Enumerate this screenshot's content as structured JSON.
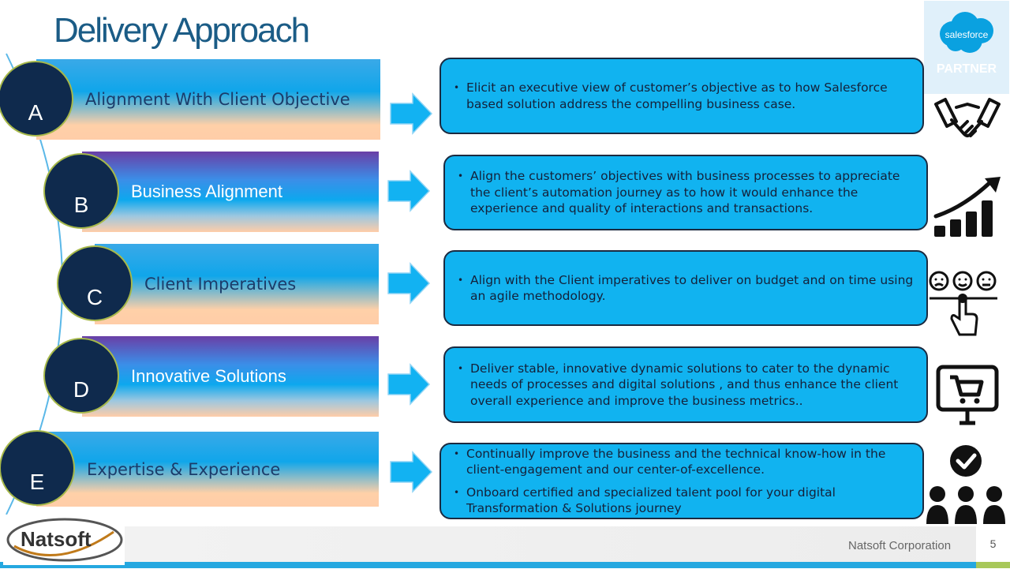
{
  "title": "Delivery Approach",
  "rows": [
    {
      "letter": "A",
      "label": "Alignment With Client Objective",
      "bullets": [
        "Elicit an executive view of customer’s objective as to how Salesforce based solution address the compelling business case."
      ],
      "icon": "handshake-icon"
    },
    {
      "letter": "B",
      "label": "Business Alignment",
      "bullets": [
        "Align the customers’ objectives with business processes to appreciate the client’s automation journey as to how it would enhance the experience and quality of interactions and transactions."
      ],
      "icon": "growth-chart-icon"
    },
    {
      "letter": "C",
      "label": "Client Imperatives",
      "bullets": [
        "Align with the Client imperatives to deliver on budget and on time using an agile methodology."
      ],
      "icon": "feedback-rating-icon"
    },
    {
      "letter": "D",
      "label": "Innovative Solutions",
      "bullets": [
        "Deliver stable, innovative dynamic solutions to cater to the dynamic needs of processes and digital solutions , and thus enhance the client overall experience and improve the business metrics.."
      ],
      "icon": "online-shopping-icon"
    },
    {
      "letter": "E",
      "label": "Expertise & Experience",
      "bullets": [
        "Continually improve the business and the technical know-how in the client-engagement and our center-of-excellence.",
        "Onboard certified and specialized talent pool for your digital Transformation & Solutions journey"
      ],
      "icon": "team-approval-icon"
    }
  ],
  "partner_badge": {
    "brand": "salesforce",
    "label": "PARTNER"
  },
  "footer": {
    "company": "Natsoft Corporation",
    "page": "5",
    "logo_text": "Natsoft"
  },
  "colors": {
    "title": "#1b5c86",
    "box": "#11b3f0",
    "circle": "#0f2a4d",
    "accent_bar": "#25a8e0",
    "accent_green": "#a8c85a"
  }
}
